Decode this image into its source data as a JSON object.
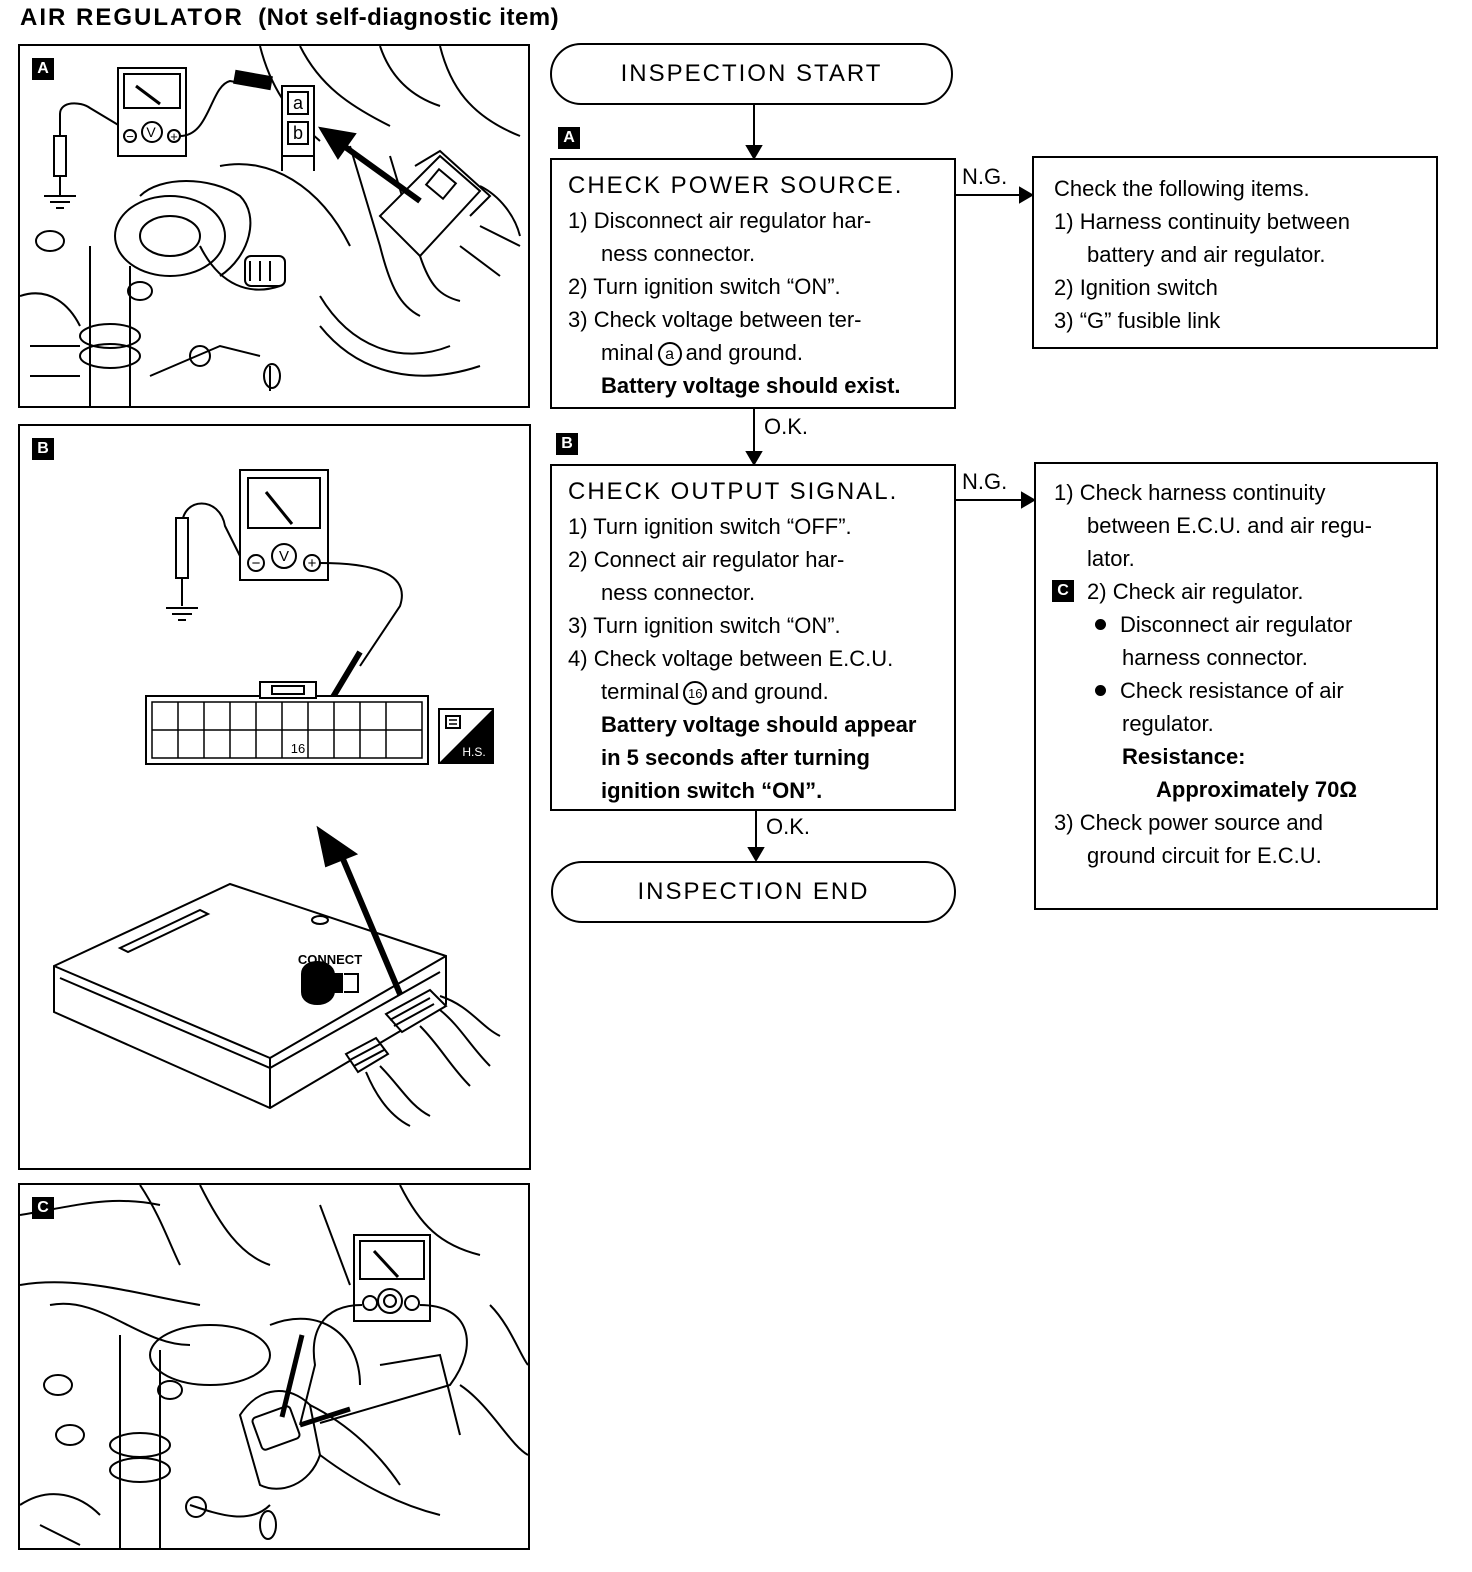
{
  "title": {
    "main": "AIR  REGULATOR",
    "sub": "(Not self-diagnostic item)"
  },
  "panels": {
    "a": {
      "label": "A",
      "connector_terminals": [
        "a",
        "b"
      ],
      "meter_symbol": "V"
    },
    "b": {
      "label": "B",
      "meter_symbol": "V",
      "terminal_number": "16",
      "hs_label": "H.S.",
      "connect_text": "CONNECT"
    },
    "c": {
      "label": "C"
    }
  },
  "flow": {
    "start": "INSPECTION  START",
    "end": "INSPECTION  END",
    "ng_label": "N.G.",
    "ok_label": "O.K.",
    "step_a": {
      "label": "A",
      "heading": "CHECK  POWER  SOURCE.",
      "l1n": "1)",
      "l1": "Disconnect air regulator har-",
      "l1b": "ness connector.",
      "l2n": "2)",
      "l2": "Turn ignition switch “ON”.",
      "l3n": "3)",
      "l3": "Check voltage between ter-",
      "l3b_pre": "minal",
      "l3b_term": "a",
      "l3b_post": "and ground.",
      "l4": "Battery voltage should exist."
    },
    "ng_a": {
      "heading": "Check the following items.",
      "l1n": "1)",
      "l1": "Harness continuity between",
      "l1b": "battery and air regulator.",
      "l2n": "2)",
      "l2": "Ignition switch",
      "l3n": "3)",
      "l3": "“G” fusible link"
    },
    "step_b": {
      "label": "B",
      "heading": "CHECK  OUTPUT  SIGNAL.",
      "l1n": "1)",
      "l1": "Turn ignition switch “OFF”.",
      "l2n": "2)",
      "l2": "Connect air regulator har-",
      "l2b": "ness connector.",
      "l3n": "3)",
      "l3": "Turn ignition switch “ON”.",
      "l4n": "4)",
      "l4": "Check voltage between E.C.U.",
      "l4b_pre": "terminal",
      "l4b_term": "16",
      "l4b_post": "and ground.",
      "b1": "Battery voltage should appear",
      "b2": "in 5 seconds after turning",
      "b3": "ignition switch “ON”."
    },
    "ng_b": {
      "l1n": "1)",
      "l1": "Check harness continuity",
      "l1b": "between E.C.U. and air regu-",
      "l1c": "lator.",
      "c_label": "C",
      "l2n": "2)",
      "l2": "Check air regulator.",
      "bul1": "Disconnect air regulator",
      "bul1b": "harness connector.",
      "bul2": "Check resistance of air",
      "bul2b": "regulator.",
      "res_label": "Resistance:",
      "res_value": "Approximately 70Ω",
      "l3n": "3)",
      "l3": "Check power source and",
      "l3b": "ground circuit for E.C.U."
    }
  }
}
